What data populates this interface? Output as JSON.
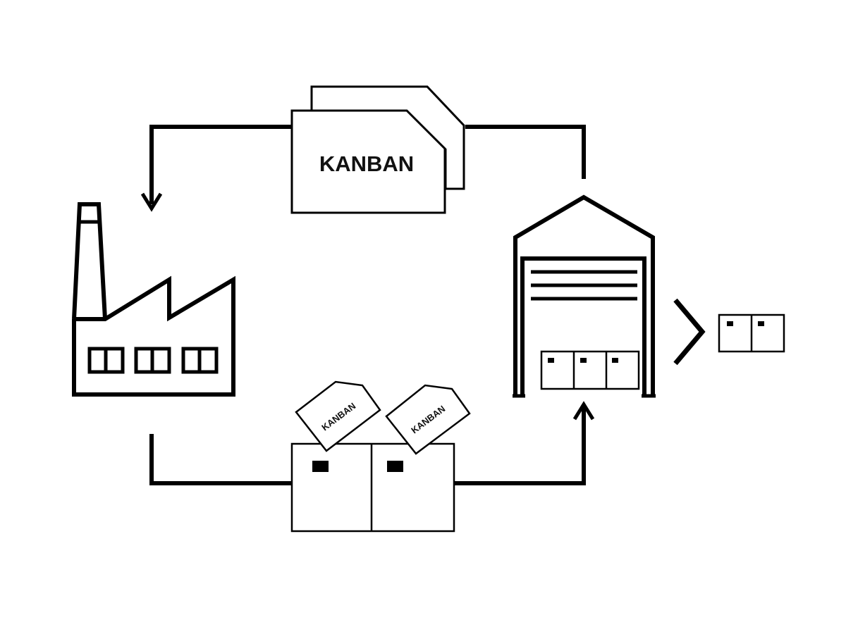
{
  "card_label_main": "KANBAN",
  "card_label_tag_1": "KANBAN",
  "card_label_tag_2": "KANBAN",
  "colors": {
    "line": "#000000",
    "background": "#ffffff"
  },
  "icons": [
    "factory-icon",
    "warehouse-icon",
    "kanban-card-icon",
    "box-icon",
    "chevron-right-icon",
    "arrow-down-icon",
    "arrow-up-icon"
  ]
}
